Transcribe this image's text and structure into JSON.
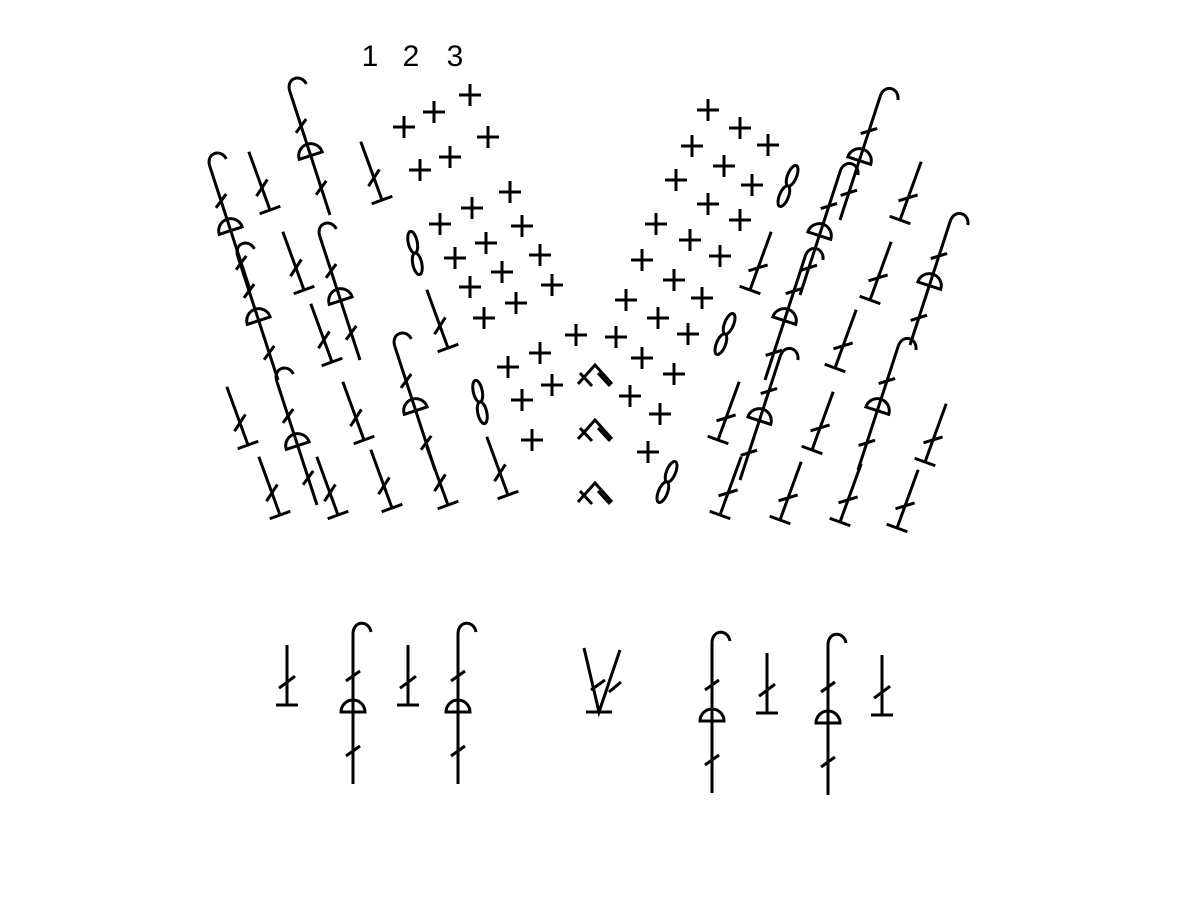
{
  "row_labels": [
    "1",
    "2",
    "3"
  ],
  "symbol_key": {
    "ink": "#000000",
    "background": "#ffffff",
    "icons": [
      "double-crochet-symbol",
      "front-post-symbol",
      "single-crochet-symbol",
      "chain-stitch-symbol",
      "decrease-symbol",
      "increase-symbol"
    ]
  }
}
